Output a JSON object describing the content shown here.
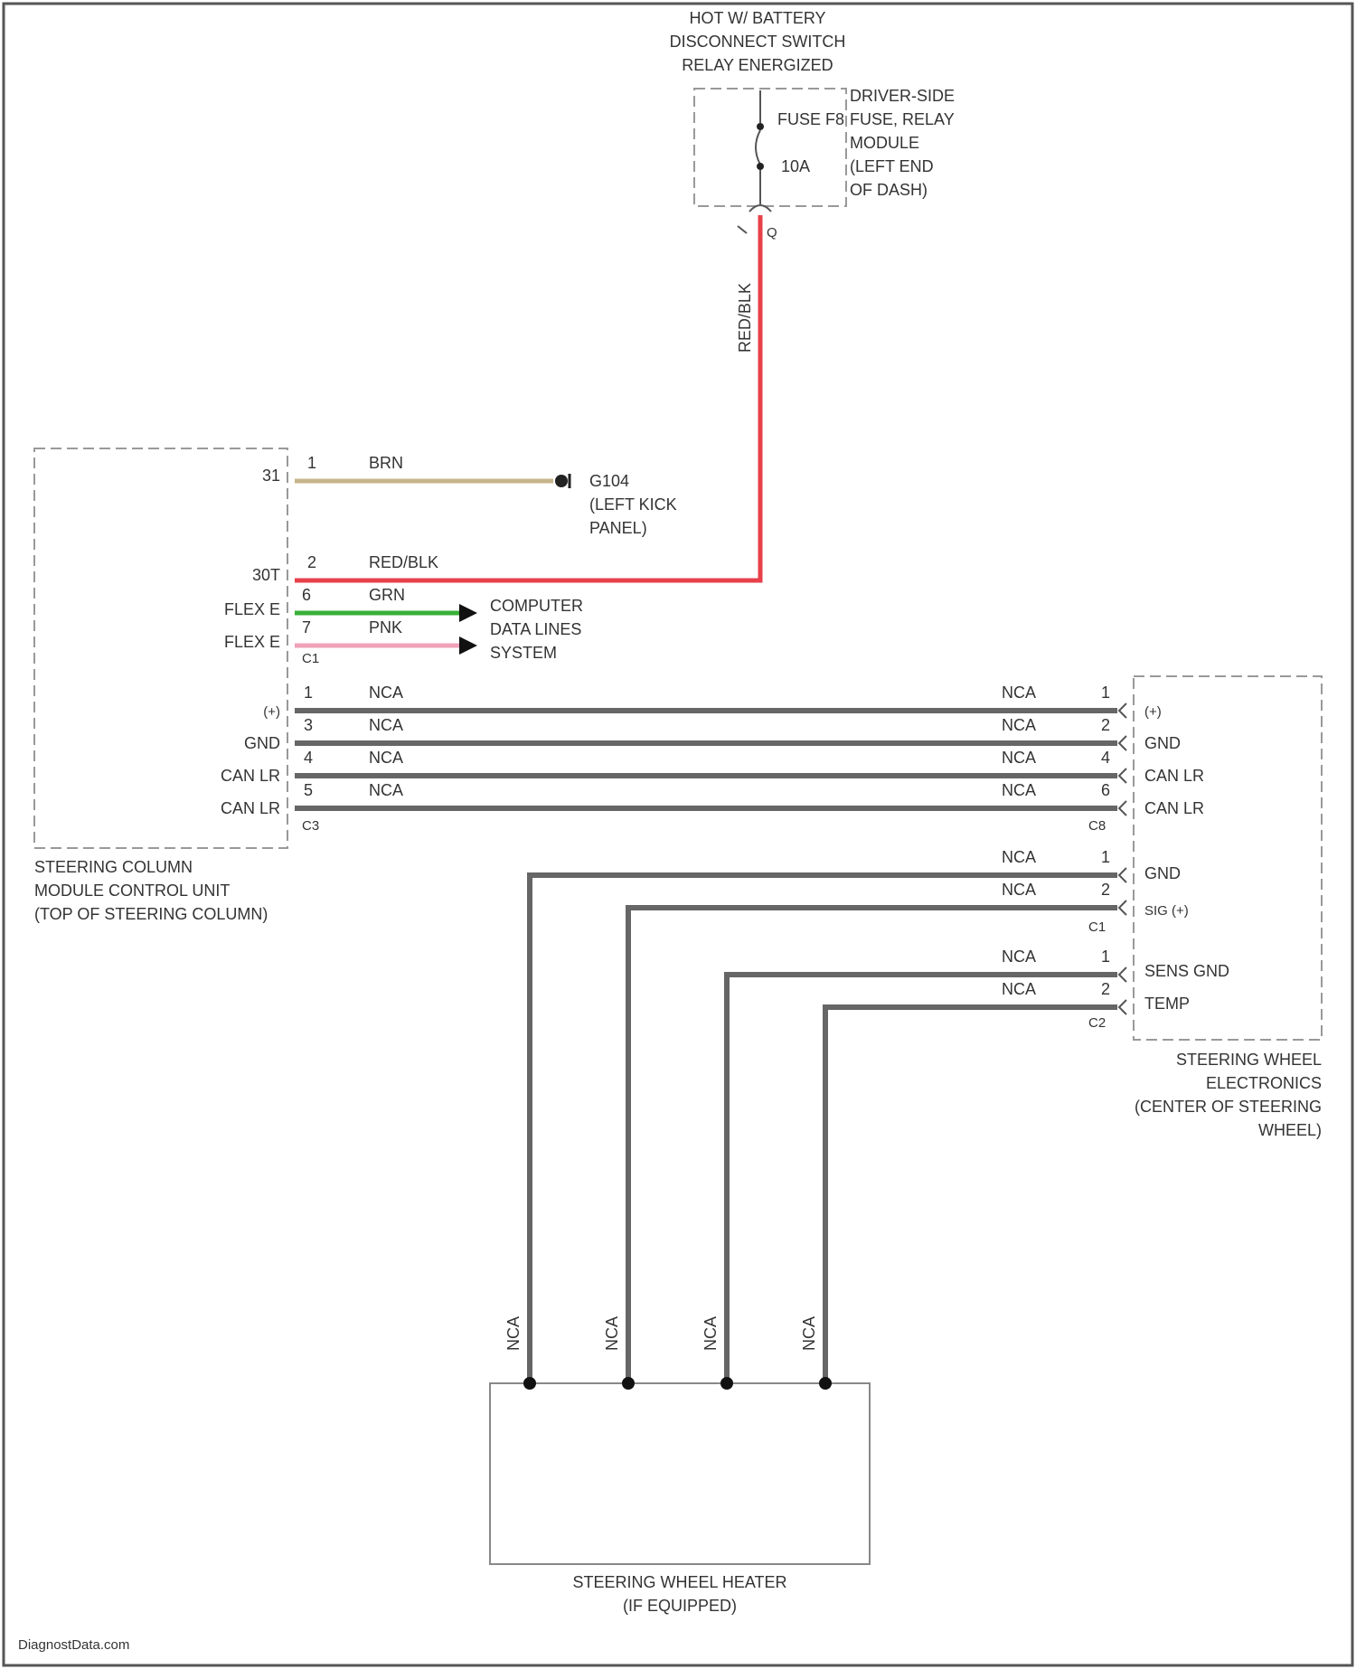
{
  "fuse": {
    "header": [
      "HOT W/ BATTERY",
      "DISCONNECT SWITCH",
      "RELAY ENERGIZED"
    ],
    "fuse_label": "FUSE F8",
    "amps": "10A",
    "module": [
      "DRIVER-SIDE",
      "FUSE, RELAY",
      "MODULE",
      "(LEFT END",
      "OF DASH)"
    ],
    "connector": "Q",
    "wire_color": "RED/BLK"
  },
  "ground": {
    "name": "G104",
    "location": [
      "(LEFT KICK",
      "PANEL)"
    ]
  },
  "computer_data": [
    "COMPUTER",
    "DATA LINES",
    "SYSTEM"
  ],
  "sccm": {
    "name": [
      "STEERING COLUMN",
      "MODULE CONTROL UNIT",
      "(TOP OF STEERING COLUMN)"
    ],
    "pins": [
      {
        "label": "31",
        "pin": "1",
        "wire": "BRN",
        "color": "#c8b48a"
      },
      {
        "label": "30T",
        "pin": "2",
        "wire": "RED/BLK",
        "color": "#e8404a"
      },
      {
        "label": "FLEX E",
        "pin": "6",
        "wire": "GRN",
        "color": "#38b038"
      },
      {
        "label": "FLEX E",
        "pin": "7",
        "wire": "PNK",
        "color": "#f0a0b8"
      }
    ],
    "connector_c1": "C1",
    "c3_rows": [
      {
        "label": "(+)",
        "pin": "1",
        "wire": "NCA"
      },
      {
        "label": "GND",
        "pin": "3",
        "wire": "NCA"
      },
      {
        "label": "CAN LR",
        "pin": "4",
        "wire": "NCA"
      },
      {
        "label": "CAN LR",
        "pin": "5",
        "wire": "NCA"
      }
    ],
    "connector_c3": "C3"
  },
  "swe": {
    "name": [
      "STEERING WHEEL",
      "ELECTRONICS",
      "(CENTER OF STEERING",
      "WHEEL)"
    ],
    "c8_rows": [
      {
        "label": "(+)",
        "pin": "1",
        "wire": "NCA"
      },
      {
        "label": "GND",
        "pin": "2",
        "wire": "NCA"
      },
      {
        "label": "CAN LR",
        "pin": "4",
        "wire": "NCA"
      },
      {
        "label": "CAN LR",
        "pin": "6",
        "wire": "NCA"
      }
    ],
    "connector_c8": "C8",
    "c1_rows": [
      {
        "label": "GND",
        "pin": "1",
        "wire": "NCA"
      },
      {
        "label": "SIG (+)",
        "pin": "2",
        "wire": "NCA"
      }
    ],
    "connector_c1": "C1",
    "c2_rows": [
      {
        "label": "SENS GND",
        "pin": "1",
        "wire": "NCA"
      },
      {
        "label": "TEMP",
        "pin": "2",
        "wire": "NCA"
      }
    ],
    "connector_c2": "C2"
  },
  "heater": {
    "name": [
      "STEERING WHEEL HEATER",
      "(IF EQUIPPED)"
    ],
    "wires": [
      "NCA",
      "NCA",
      "NCA",
      "NCA"
    ]
  },
  "watermark": "DiagnostData.com"
}
